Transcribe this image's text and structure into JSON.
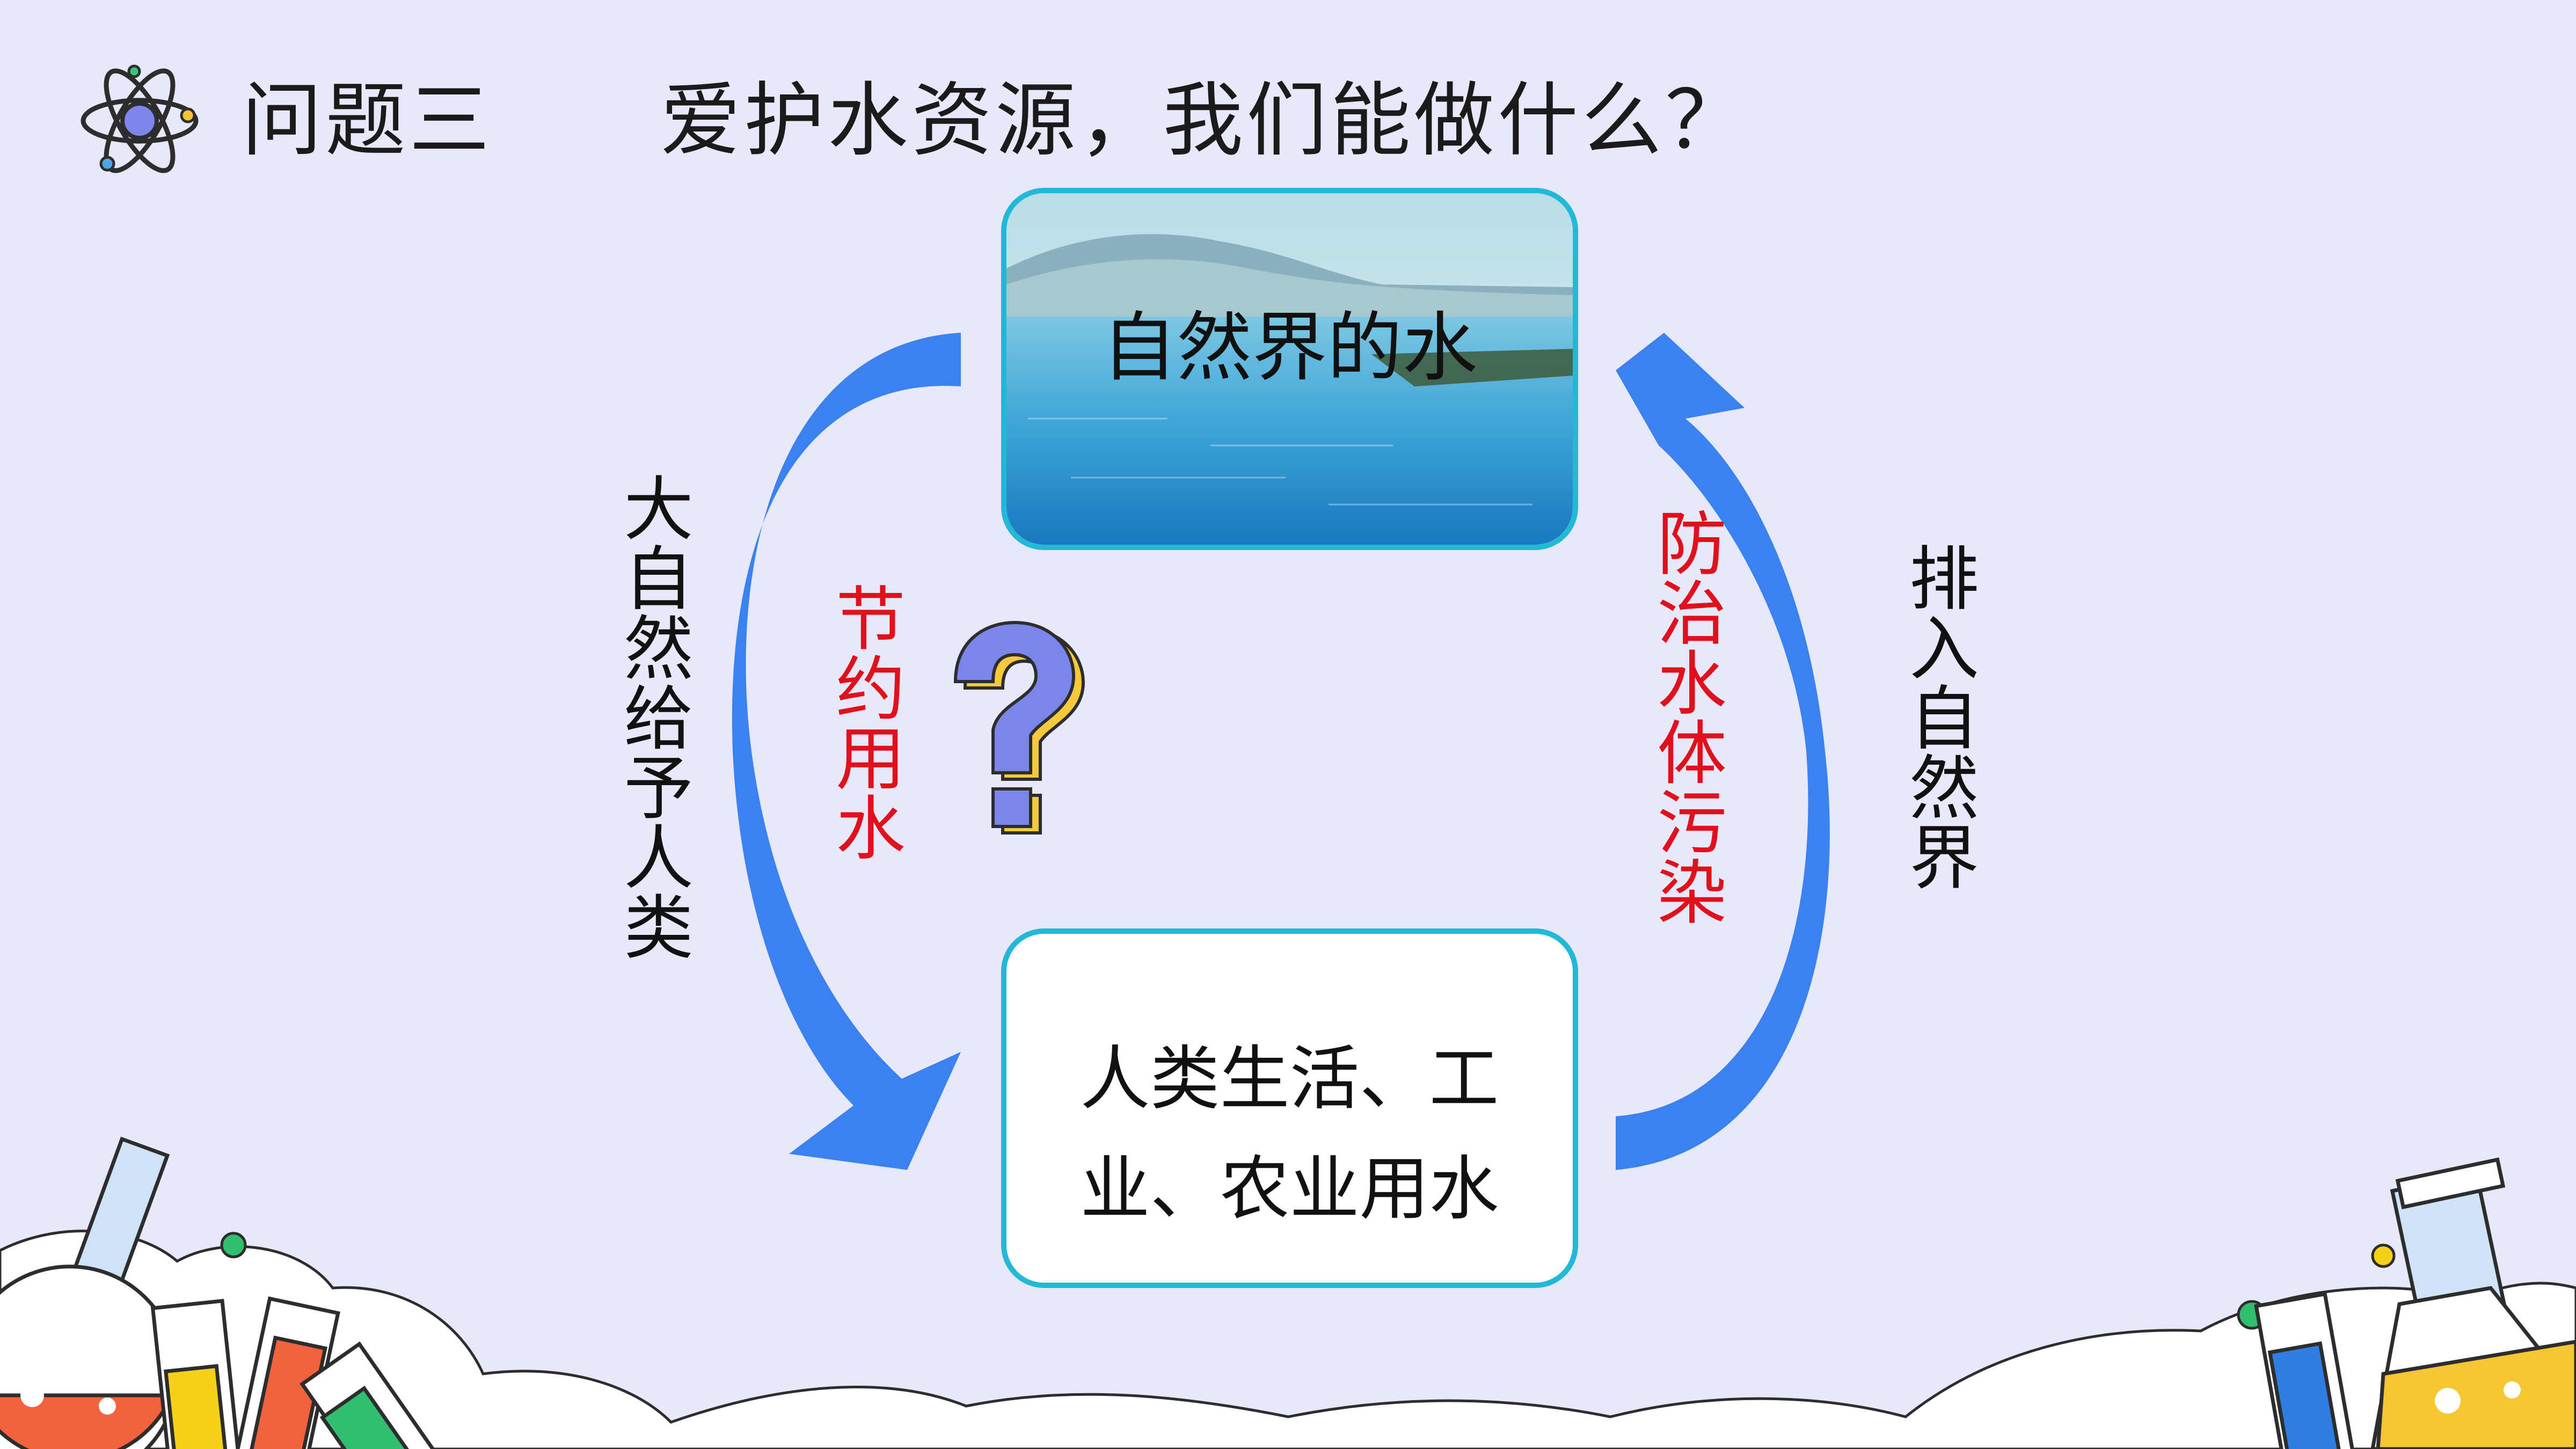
{
  "header": {
    "label": "问题三",
    "question": "爱护水资源，我们能做什么？",
    "icon": "atom-icon"
  },
  "diagram": {
    "top_box": {
      "label": "自然界的水",
      "icon": "lake-photo"
    },
    "bottom_box": {
      "label_line1": "人类生活、工",
      "label_line2": "业、农业用水"
    },
    "left_outer": "大自然给予人类",
    "left_inner": "节约用水",
    "right_inner": "防治水体污染",
    "right_outer": "排入自然界",
    "center_icon": "question-mark-icon"
  },
  "colors": {
    "background": "#e8e8fb",
    "arrow": "#3b82f0",
    "box_border": "#22b9d6",
    "highlight_text": "#e0101c",
    "question_mark": "#7b86ea"
  }
}
